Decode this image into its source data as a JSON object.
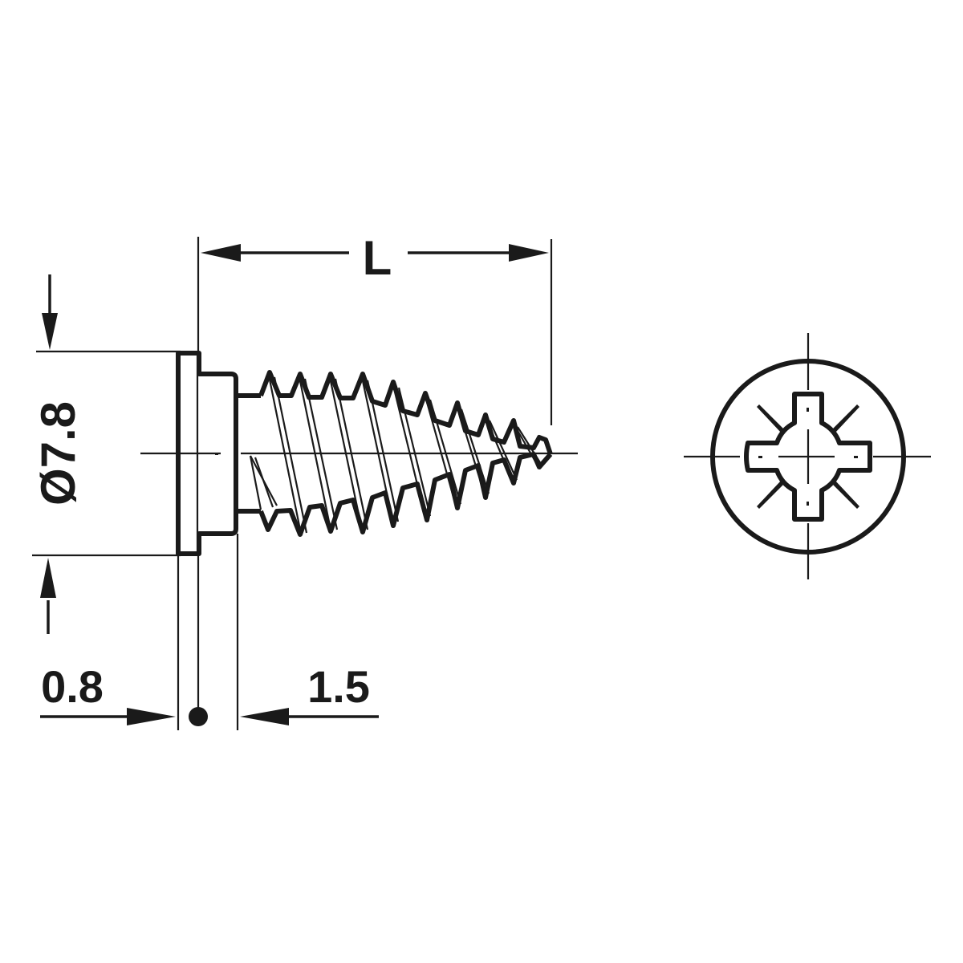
{
  "drawing": {
    "subject": "Phillips/Pozidriv flat-head screw technical drawing",
    "views": [
      "side-view",
      "head-top-view"
    ],
    "dimensions": {
      "length_label": "L",
      "diameter_label": "Ø7.8",
      "head_thickness_label": "0.8",
      "collar_length_label": "1.5"
    },
    "colors": {
      "line": "#1a1a1a",
      "background": "#ffffff"
    },
    "drive_type_icon": "pozidriv-cross-icon"
  }
}
